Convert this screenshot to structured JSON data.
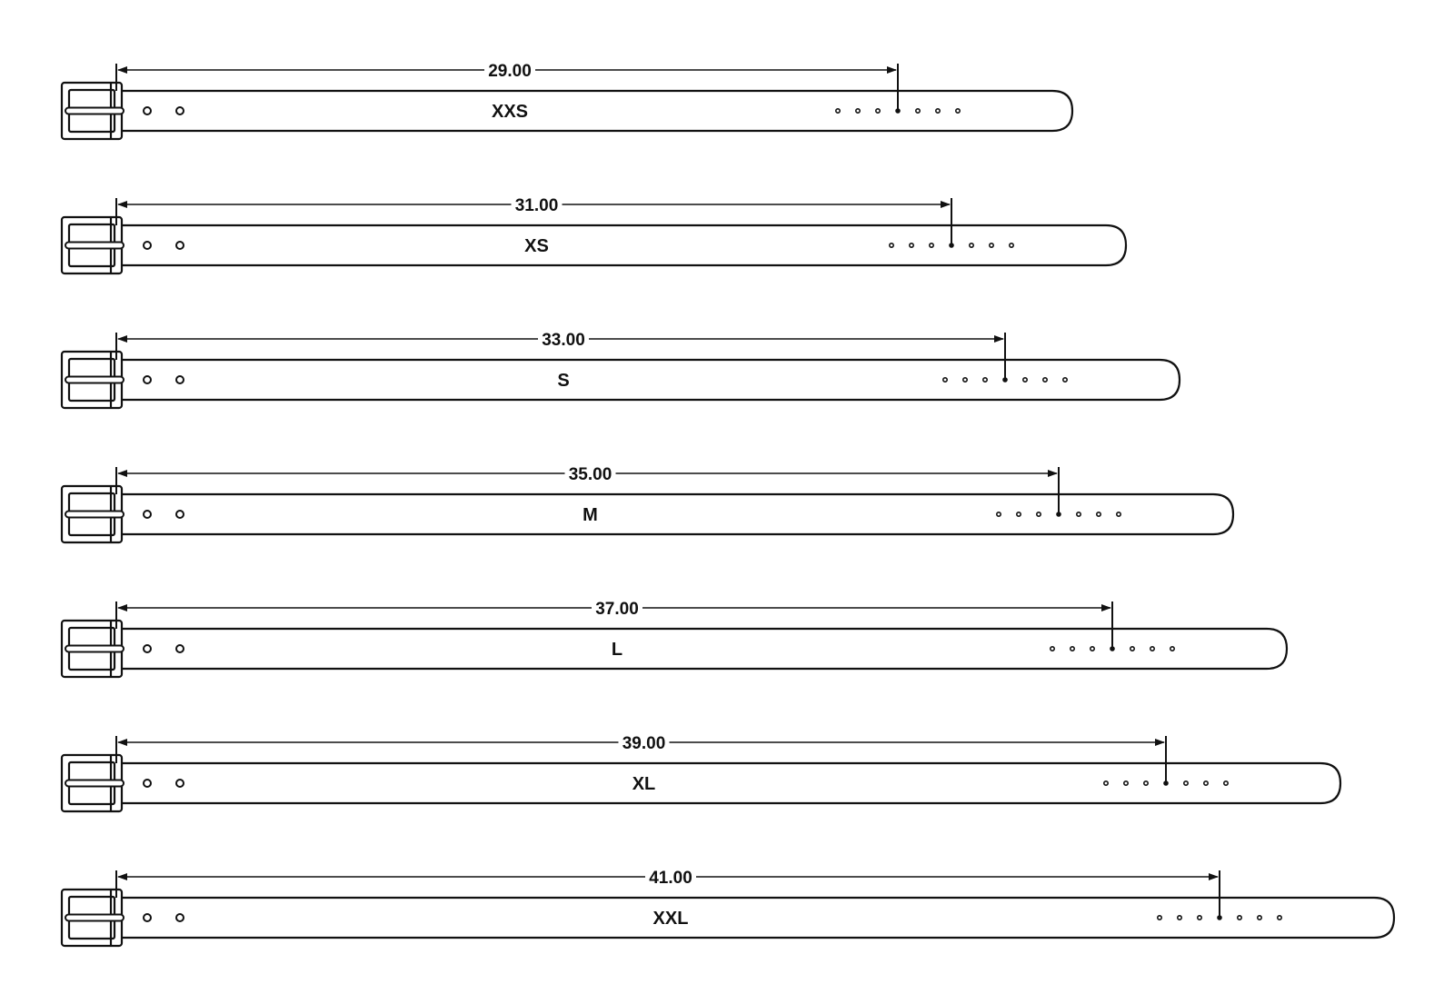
{
  "belts": [
    {
      "size": "XXS",
      "measurement": "29.00"
    },
    {
      "size": "XS",
      "measurement": "31.00"
    },
    {
      "size": "S",
      "measurement": "33.00"
    },
    {
      "size": "M",
      "measurement": "35.00"
    },
    {
      "size": "L",
      "measurement": "37.00"
    },
    {
      "size": "XL",
      "measurement": "39.00"
    },
    {
      "size": "XXL",
      "measurement": "41.00"
    }
  ]
}
